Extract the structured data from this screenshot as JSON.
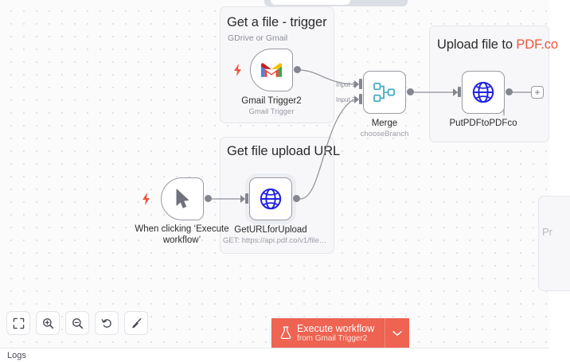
{
  "app": {
    "name": "n8n-workflow-canvas",
    "colors": {
      "canvas_bg": "#fbfbfc",
      "grid_dot": "#dcdde3",
      "sticky_bg": "#f7f7f9",
      "sticky_border": "#e6e7eb",
      "node_border": "#9a9ba3",
      "port": "#84868f",
      "accent_orange": "#ee6352",
      "accent_pdfco": "#f0553a",
      "merge_icon": "#4eafc4",
      "http_icon": "#2020e0",
      "bolt": "#f0553a"
    }
  },
  "sticky_notes": [
    {
      "id": "get-a-file-trigger",
      "title": "Get a file - trigger",
      "subtitle": "GDrive or Gmail"
    },
    {
      "id": "get-file-upload-url",
      "title": "Get file upload URL",
      "subtitle": ""
    },
    {
      "id": "upload-file-to-pdfco",
      "title_prefix": "Upload file to ",
      "title_accent": "PDF.co",
      "subtitle": ""
    },
    {
      "id": "partial-right-edge-note",
      "title": "Pr"
    }
  ],
  "nodes": [
    {
      "id": "gmail-trigger2",
      "label": "Gmail Trigger2",
      "sublabel": "Gmail Trigger",
      "icon": "gmail-icon",
      "shape": "trigger",
      "has_bolt": true,
      "selected": false
    },
    {
      "id": "when-clicking-execute-workflow",
      "label": "When clicking ‘Execute\nworkflow’",
      "sublabel": "",
      "icon": "cursor-pointer-icon",
      "shape": "trigger",
      "has_bolt": true,
      "selected": false
    },
    {
      "id": "geturlforupload",
      "label": "GetURLforUpload",
      "sublabel": "GET: https://api.pdf.co/v1/file…",
      "icon": "globe-icon",
      "shape": "regular",
      "has_bolt": false,
      "selected": true
    },
    {
      "id": "merge",
      "label": "Merge",
      "sublabel": "chooseBranch",
      "icon": "merge-icon",
      "shape": "regular",
      "has_bolt": false,
      "selected": false,
      "input_labels": [
        "Input 1",
        "Input 2"
      ]
    },
    {
      "id": "putpdftopdfco",
      "label": "PutPDFtoPDFco",
      "sublabel": "",
      "icon": "globe-icon",
      "shape": "regular",
      "has_bolt": false,
      "selected": false
    }
  ],
  "canvas_controls": {
    "add_node_plus_label": "+",
    "buttons": [
      {
        "id": "zoom-to-fit",
        "icon": "fit-to-view-icon",
        "tooltip": "Zoom to fit"
      },
      {
        "id": "zoom-in",
        "icon": "zoom-in-icon",
        "tooltip": "Zoom in"
      },
      {
        "id": "zoom-out",
        "icon": "zoom-out-icon",
        "tooltip": "Zoom out"
      },
      {
        "id": "reset-zoom",
        "icon": "undo-arrow-icon",
        "tooltip": "Reset zoom"
      },
      {
        "id": "tidy-up",
        "icon": "broom-icon",
        "tooltip": "Tidy up workflow"
      }
    ]
  },
  "execute_button": {
    "title": "Execute workflow",
    "subtitle": "from Gmail Trigger2",
    "icon": "flask-icon",
    "caret": "chevron-down-icon"
  },
  "logs_panel": {
    "label": "Logs"
  }
}
